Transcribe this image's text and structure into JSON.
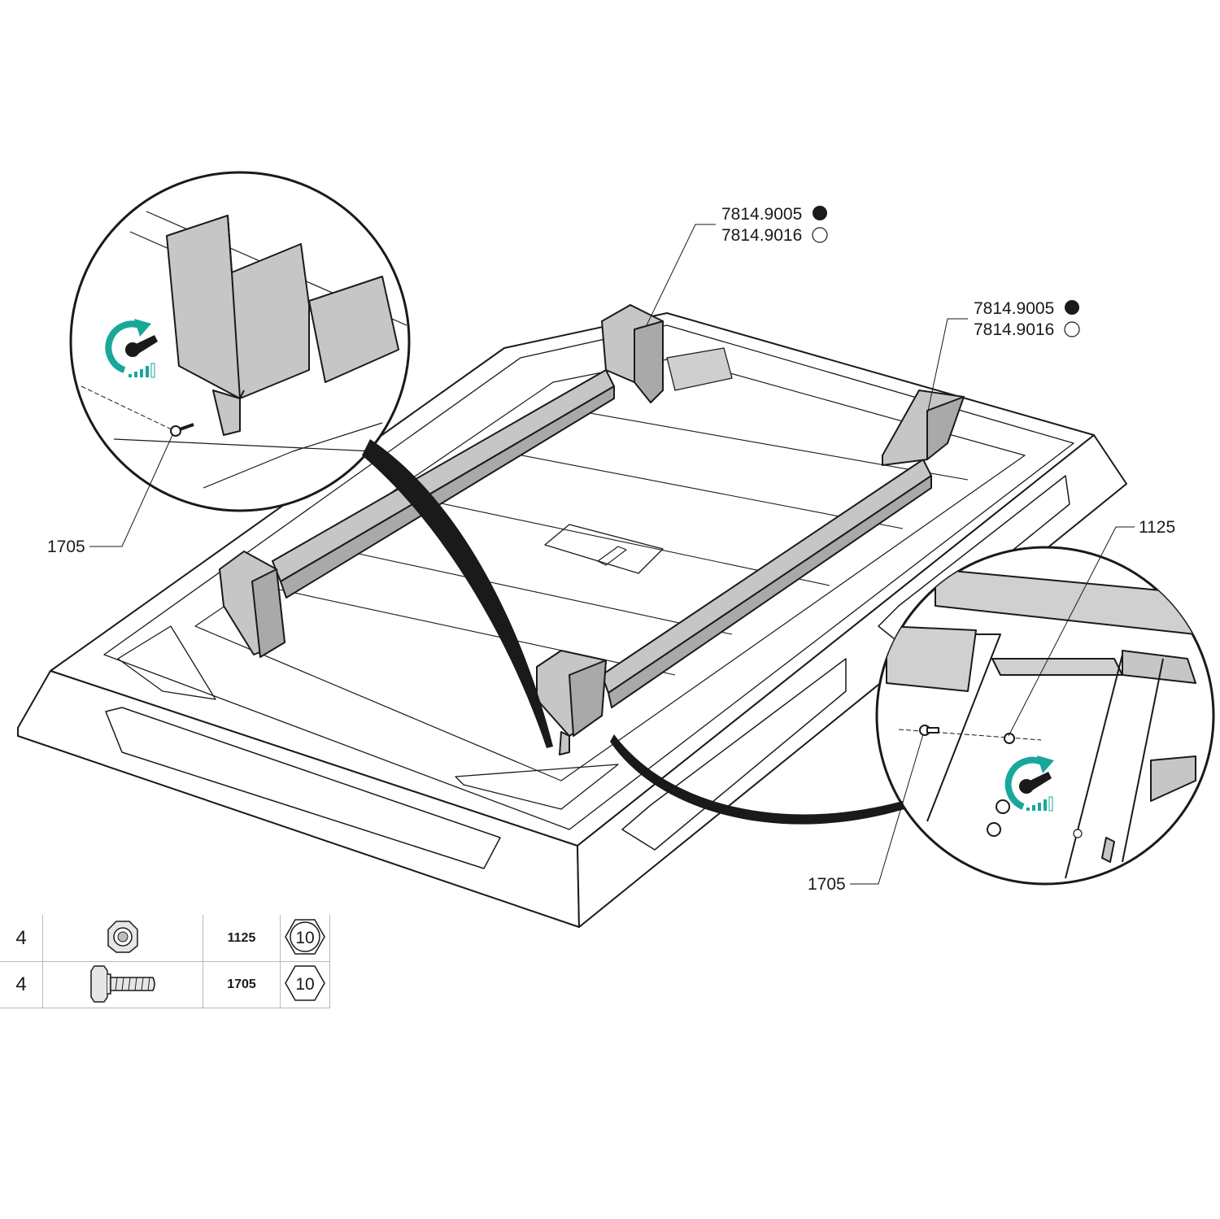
{
  "callouts": {
    "frame_upper": {
      "code_black": "7814.9005",
      "code_white": "7814.9016"
    },
    "frame_right": {
      "code_black": "7814.9005",
      "code_white": "7814.9016"
    },
    "bolt_left": "1705",
    "nut_right": "1125",
    "bolt_right": "1705"
  },
  "colors": {
    "line": "#1a1a1a",
    "part_fill": "#c6c6c6",
    "part_dark": "#a9a9a9",
    "accent_teal": "#18a79b",
    "paper": "#ffffff"
  },
  "torque_icon": "wrench-rotate-icon",
  "parts_list": [
    {
      "qty": "4",
      "icon": "flange-nut-icon",
      "code": "1125",
      "tool": "10",
      "tool_icon": "hex-socket-icon"
    },
    {
      "qty": "4",
      "icon": "flange-bolt-icon",
      "code": "1705",
      "tool": "10",
      "tool_icon": "hex-socket-icon"
    }
  ]
}
